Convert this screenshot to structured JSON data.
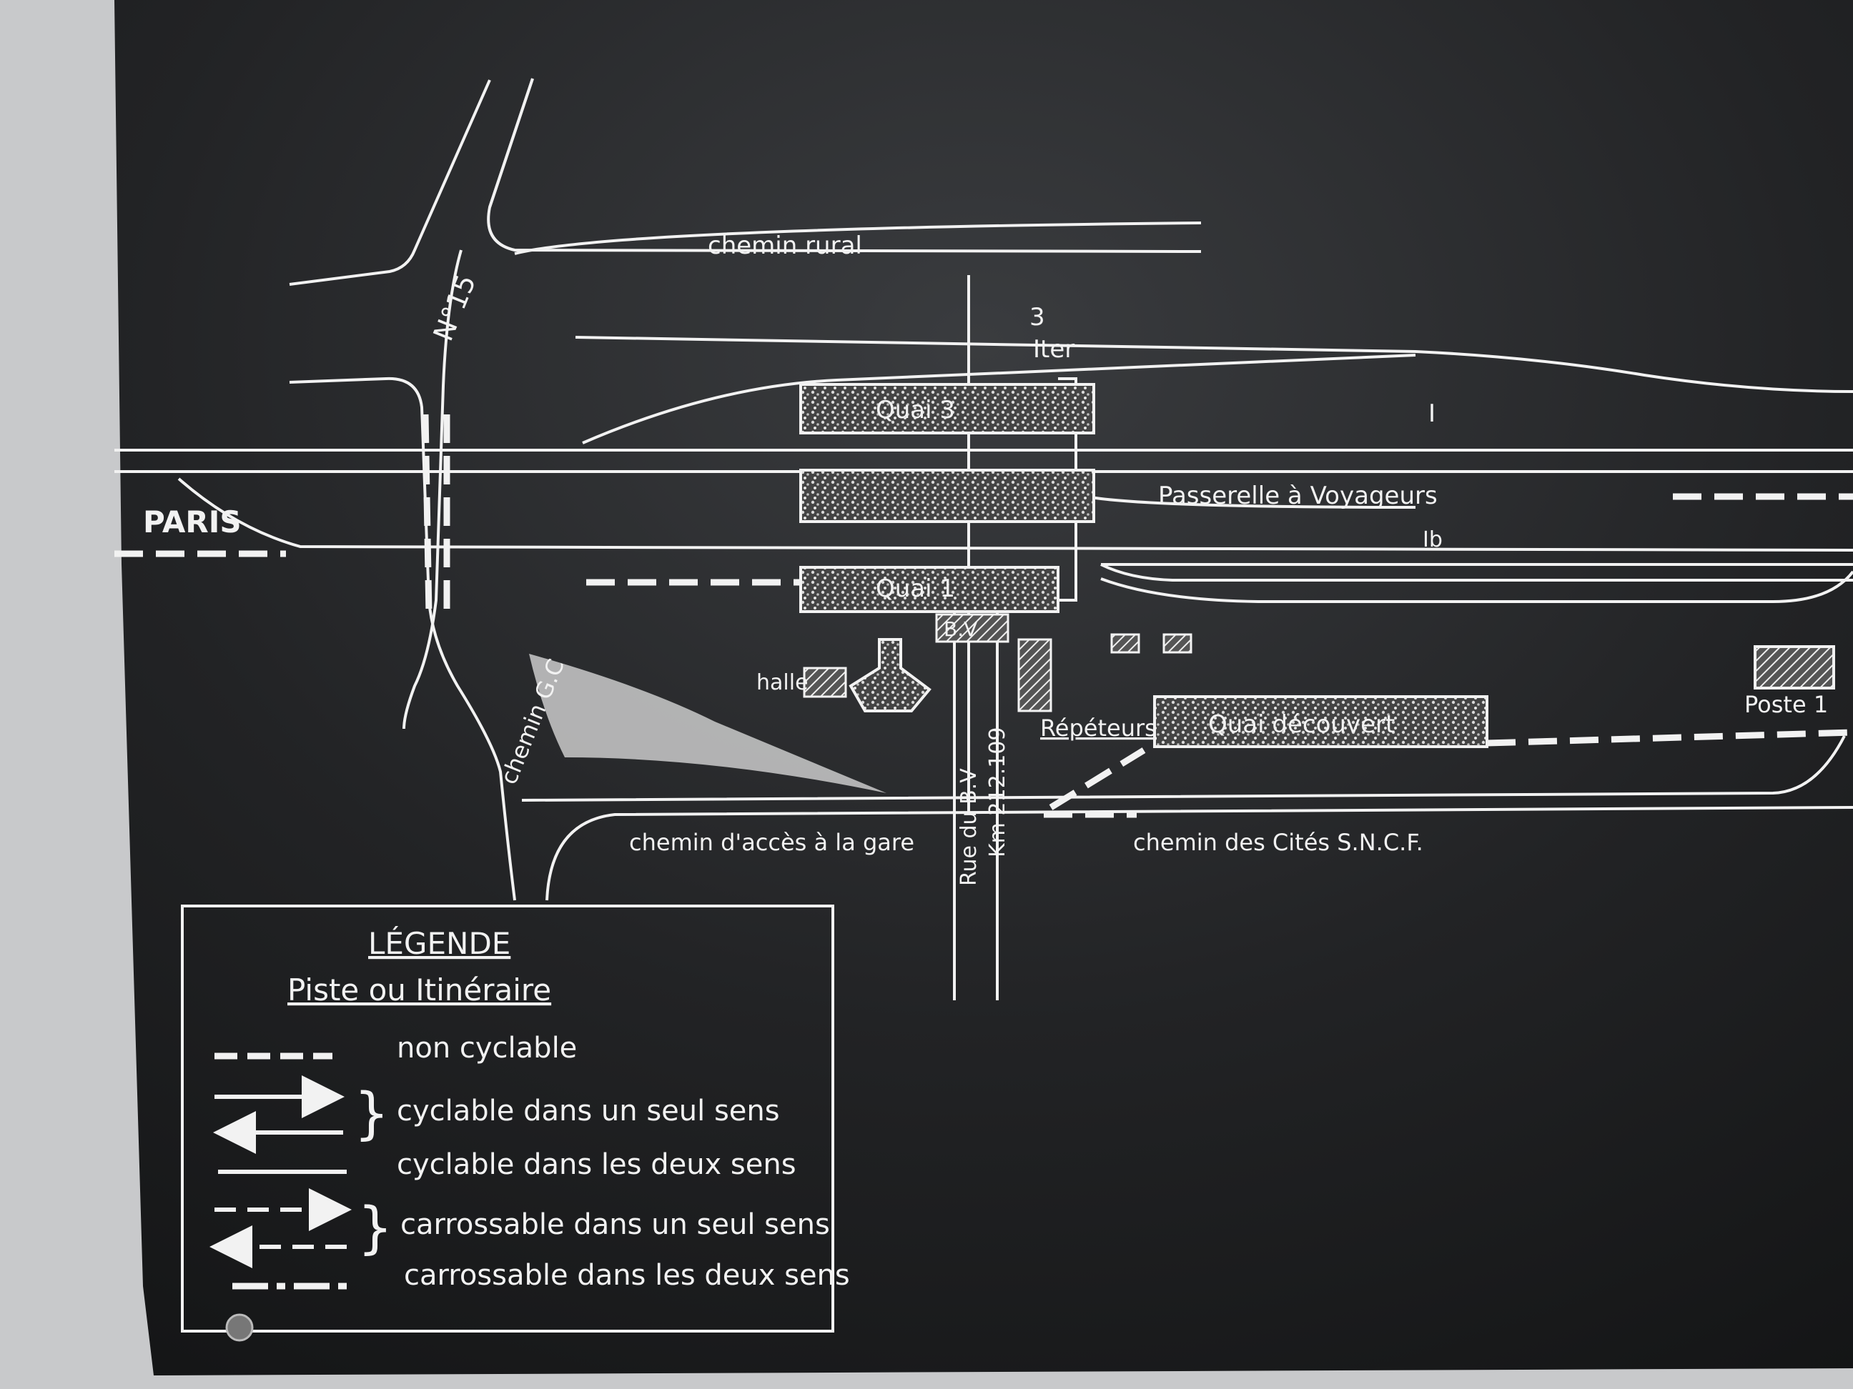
{
  "map": {
    "road_no15": "N°15",
    "chemin_rural": "chemin rural",
    "track_3": "3",
    "track_1ter": "Iter",
    "track_I": "I",
    "track_Ib": "Ib",
    "quai_3": "Quai 3",
    "quai_1": "Quai 1",
    "passerelle": "Passerelle à Voyageurs",
    "paris": "PARIS",
    "bv": "B.V",
    "halle": "halle",
    "repeteurs": "Répéteurs",
    "quai_decouvert": "Quai découvert",
    "poste_1": "Poste 1",
    "chemin_gc": "chemin G.C",
    "chemin_acces": "chemin d'accès à la gare",
    "rue_bv": "Rue du B.V",
    "km": "Km 212.109",
    "chemin_cites": "chemin des Cités S.N.C.F."
  },
  "legend": {
    "title": "LÉGENDE",
    "subtitle": "Piste ou Itinéraire",
    "items": [
      "non cyclable",
      "cyclable dans un seul sens",
      "cyclable dans les deux sens",
      "carrossable dans un seul sens",
      "carrossable dans les deux sens"
    ]
  }
}
